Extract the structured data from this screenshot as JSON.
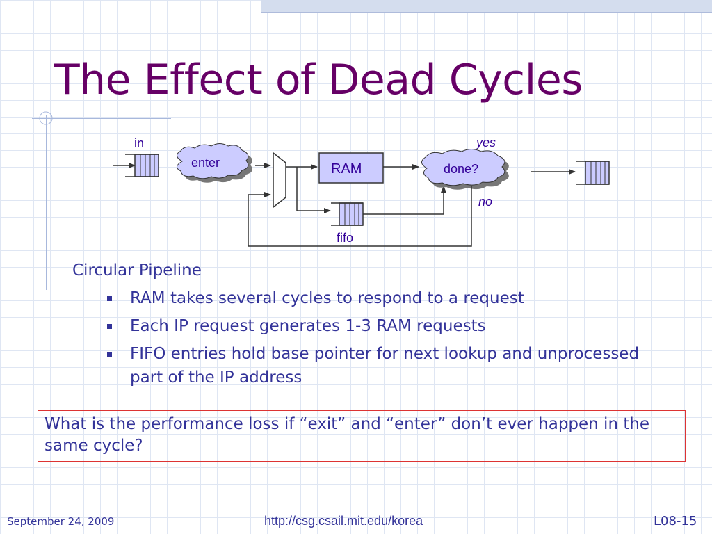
{
  "slide": {
    "title": "The Effect of Dead Cycles"
  },
  "diagram": {
    "in_label": "in",
    "enter_label": "enter",
    "ram_label": "RAM",
    "done_label": "done?",
    "yes_label": "yes",
    "no_label": "no",
    "fifo_label": "fifo"
  },
  "content": {
    "heading": "Circular Pipeline",
    "bullets": [
      "RAM takes several cycles to respond to a request",
      "Each IP request generates 1-3 RAM requests",
      "FIFO entries hold base pointer for next lookup and unprocessed part of the IP address"
    ],
    "question": "What is the performance loss if “exit” and “enter” don’t ever happen in the same cycle?"
  },
  "footer": {
    "date": "September 24, 2009",
    "url": "http://csg.csail.mit.edu/korea",
    "slide_number": "L08-15"
  },
  "colors": {
    "title": "#660066",
    "text": "#333399",
    "box_fill": "#ccccff",
    "cloud_fill": "#ccccff",
    "border_red": "#dd3333"
  }
}
